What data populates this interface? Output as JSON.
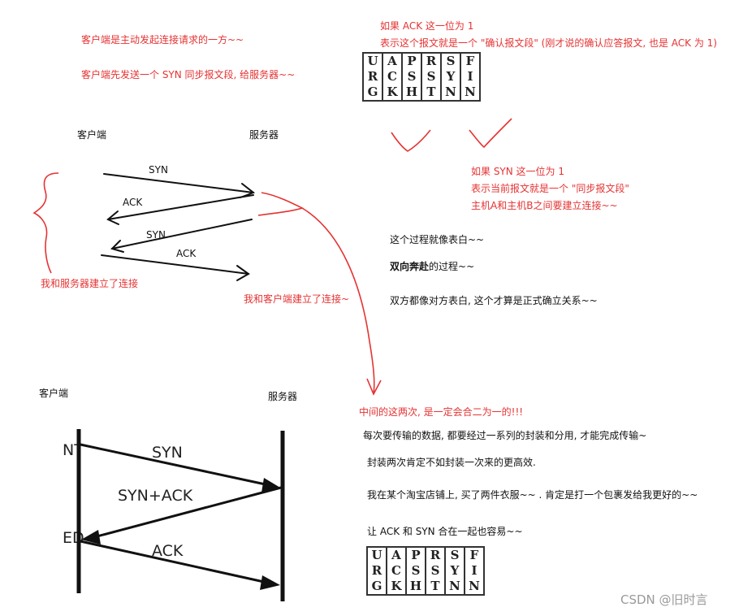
{
  "top_notes": {
    "client_initiates": "客户端是主动发起连接请求的一方~~",
    "client_sends_syn": "客户端先发送一个 SYN 同步报文段, 给服务器~~"
  },
  "ack_note": {
    "line1": "如果 ACK 这一位为 1",
    "line2": "表示这个报文就是一个 \"确认报文段\" (刚才说的确认应答报文, 也是 ACK 为 1)"
  },
  "syn_note": {
    "line1": "如果 SYN 这一位为 1",
    "line2": "表示当前报文就是一个 \"同步报文段\"",
    "line3": "主机A和主机B之间要建立连接~~"
  },
  "flags": [
    {
      "l1": "U",
      "l2": "R",
      "l3": "G"
    },
    {
      "l1": "A",
      "l2": "C",
      "l3": "K"
    },
    {
      "l1": "P",
      "l2": "S",
      "l3": "H"
    },
    {
      "l1": "R",
      "l2": "S",
      "l3": "T"
    },
    {
      "l1": "S",
      "l2": "Y",
      "l3": "N"
    },
    {
      "l1": "F",
      "l2": "I",
      "l3": "N"
    }
  ],
  "diagram1": {
    "client_label": "客户端",
    "server_label": "服务器",
    "syn1": "SYN",
    "ack1": "ACK",
    "syn2": "SYN",
    "ack2": "ACK",
    "client_connected": "我和服务器建立了连接",
    "server_connected": "我和客户端建立了连接~"
  },
  "analogy": {
    "line1": "这个过程就像表白~~",
    "line2_bold": "双向奔赴",
    "line2_rest": "的过程~~",
    "line3": "双方都像对方表白, 这个才算是正式确立关系~~"
  },
  "diagram2": {
    "client_label": "客户端",
    "server_label": "服务器",
    "syn": "SYN",
    "synack": "SYN+ACK",
    "ack": "ACK",
    "left_frag1": "NT",
    "left_frag2": "ED"
  },
  "merge_note": {
    "title": "中间的这两次, 是一定会合二为一的!!!",
    "line1": "每次要传输的数据, 都要经过一系列的封装和分用, 才能完成传输~",
    "line2": "封装两次肯定不如封装一次来的更高效.",
    "line3": "我在某个淘宝店铺上, 买了两件衣服~~ . 肯定是打一个包裹发给我更好的~~",
    "line4": "让 ACK 和 SYN 合在一起也容易~~"
  },
  "watermark": "CSDN @旧时言",
  "colors": {
    "annotation": "#e53333",
    "text": "#111111",
    "watermark": "#9a9a9a"
  }
}
